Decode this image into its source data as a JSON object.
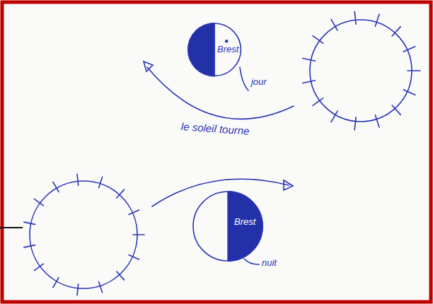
{
  "diagram": {
    "nodes": [
      {
        "text": [
          "Brest",
          "jour"
        ]
      },
      {
        "text": [
          "Brest",
          "nuit"
        ]
      }
    ],
    "labels": [
      "le soleil tourne"
    ]
  }
}
